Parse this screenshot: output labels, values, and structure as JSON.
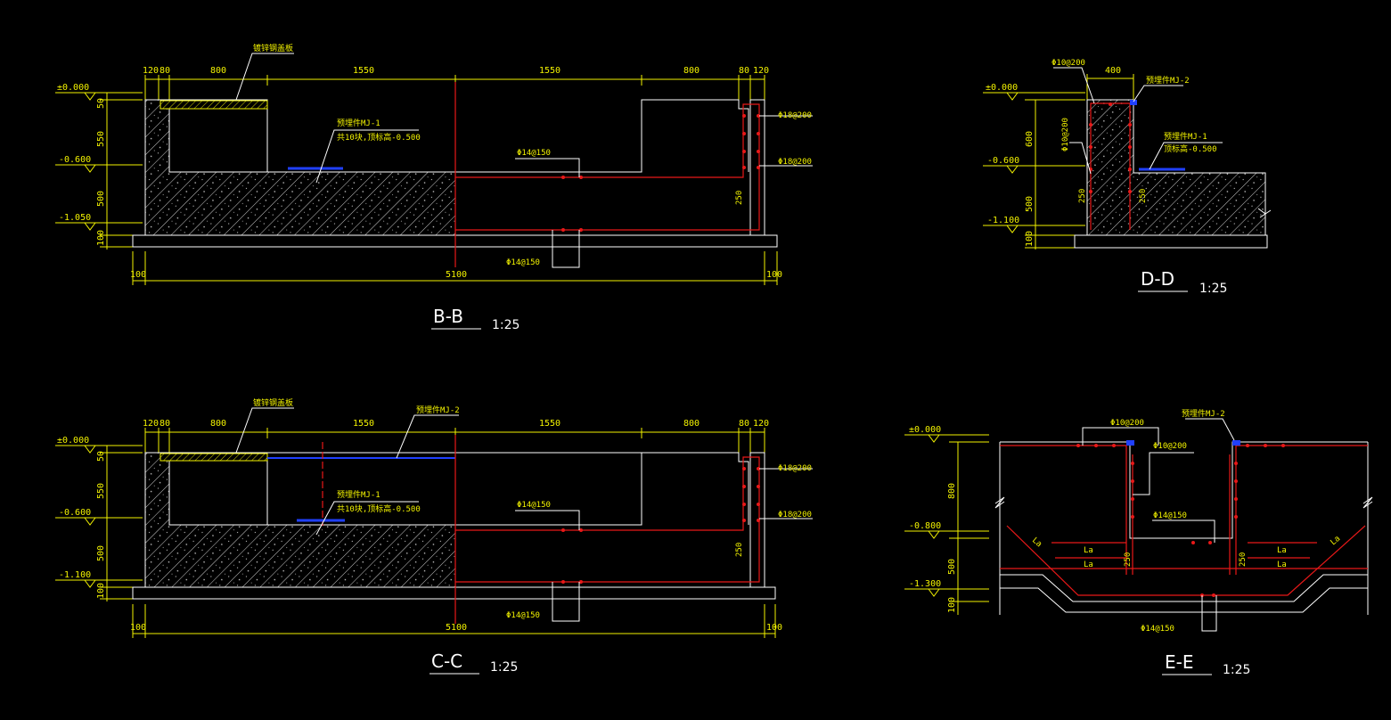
{
  "sections": {
    "bb": {
      "title": "B-B",
      "scale": "1:25",
      "top_dims": [
        "120",
        "80",
        "800",
        "1550",
        "1550",
        "800",
        "80",
        "120"
      ],
      "left_dims": [
        "50",
        "550",
        "500",
        "100"
      ],
      "elevations": [
        "±0.000",
        "-0.600",
        "-1.050"
      ],
      "bottom_dims": [
        "100",
        "5100",
        "100"
      ],
      "callouts": {
        "cover": "镀锌钢盖板",
        "embed": "预埋件MJ-1",
        "embed_note": "共10块,顶标高-0.500",
        "rebar_slab": "Φ14@150",
        "rebar_base": "Φ14@150",
        "rebar_wall_1": "Φ18@200",
        "rebar_wall_2": "Φ18@200",
        "dim_250": "250"
      }
    },
    "cc": {
      "title": "C-C",
      "scale": "1:25",
      "top_dims": [
        "120",
        "80",
        "800",
        "1550",
        "1550",
        "800",
        "80",
        "120"
      ],
      "left_dims": [
        "50",
        "550",
        "500",
        "100"
      ],
      "elevations": [
        "±0.000",
        "-0.600",
        "-1.100"
      ],
      "bottom_dims": [
        "100",
        "5100",
        "100"
      ],
      "callouts": {
        "cover": "镀锌钢盖板",
        "embed2": "预埋件MJ-2",
        "embed": "预埋件MJ-1",
        "embed_note": "共10块,顶标高-0.500",
        "rebar_slab": "Φ14@150",
        "rebar_base": "Φ14@150",
        "rebar_wall_1": "Φ18@200",
        "rebar_wall_2": "Φ18@200",
        "dim_250": "250"
      }
    },
    "dd": {
      "title": "D-D",
      "scale": "1:25",
      "top_dims": [
        "400"
      ],
      "left_dims": [
        "600",
        "500",
        "100"
      ],
      "elevations": [
        "±0.000",
        "-0.600",
        "-1.100"
      ],
      "callouts": {
        "rebar_top": "Φ10@200",
        "rebar_side": "Φ10@200",
        "embed2": "预埋件MJ-2",
        "embed": "预埋件MJ-1",
        "embed_note": "顶标高-0.500",
        "dim_250a": "250",
        "dim_250b": "250"
      }
    },
    "ee": {
      "title": "E-E",
      "scale": "1:25",
      "left_dims": [
        "800",
        "500",
        "100"
      ],
      "elevations": [
        "±0.000",
        "-0.800",
        "-1.300"
      ],
      "callouts": {
        "rebar_top": "Φ10@200",
        "rebar_mid": "Φ10@200",
        "embed2": "预埋件MJ-2",
        "rebar_slab": "Φ14@150",
        "rebar_base": "Φ14@150",
        "la": "La",
        "dim_250a": "250",
        "dim_250b": "250"
      }
    }
  },
  "colors": {
    "background": "#000000",
    "outline": "#ffffff",
    "dimension": "#f2f200",
    "rebar": "#e81818",
    "embed": "#2040ff",
    "hatch": "#d8d8d8"
  }
}
